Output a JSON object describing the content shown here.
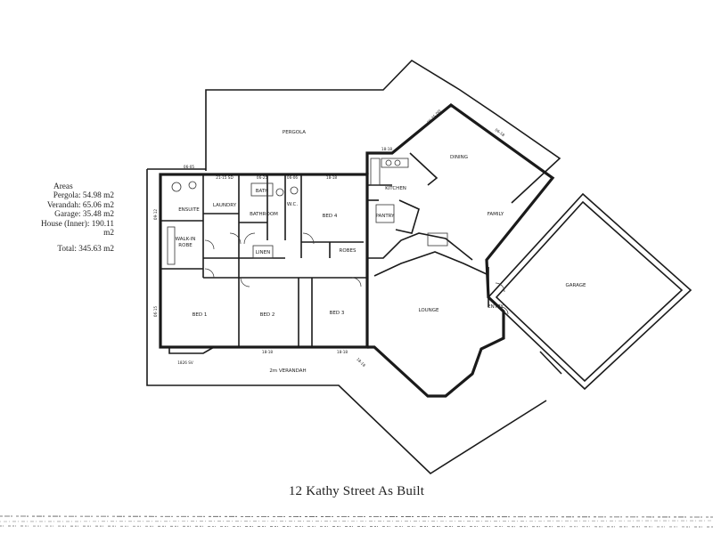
{
  "areas": {
    "heading": "Areas",
    "pergola": "Pergola: 54.98 m2",
    "verandah": "Verandah: 65.06 m2",
    "garage": "Garage: 35.48 m2",
    "house": "House (Inner): 190.11 m2",
    "total": "Total: 345.63 m2"
  },
  "rooms": {
    "pergola": "PERGOLA",
    "dining": "DINING",
    "kitchen": "KITCHEN",
    "family": "FAMILY",
    "garage": "GARAGE",
    "lounge": "LOUNGE",
    "entry": "ENTRY",
    "ensuite": "ENSUITE",
    "walk_in_robe_1": "WALK-IN",
    "walk_in_robe_2": "ROBE",
    "laundry": "LAUNDRY",
    "bathroom": "BATHROOM",
    "bath": "BATH",
    "wc": "W.C.",
    "bed1": "BED 1",
    "bed2": "BED 2",
    "bed3": "BED 3",
    "bed4": "BED 4",
    "robes": "ROBES",
    "linen": "LINEN",
    "pantry": "PANTRY",
    "verandah": "2m VERANDAH"
  },
  "dimensions": {
    "d1": "06-05",
    "d2": "21-15 SD",
    "d3": "06-25",
    "d4": "06-06",
    "d5": "18-18",
    "d6": "18-18",
    "d7": "09-12",
    "d8": "06-15",
    "d9": "18-18",
    "d10": "18-18",
    "d11": "1826 SV",
    "d12": "06-25 DD",
    "d13": "06-18",
    "d14": "18-18"
  },
  "footer": {
    "title": "12 Kathy Street As Built"
  }
}
